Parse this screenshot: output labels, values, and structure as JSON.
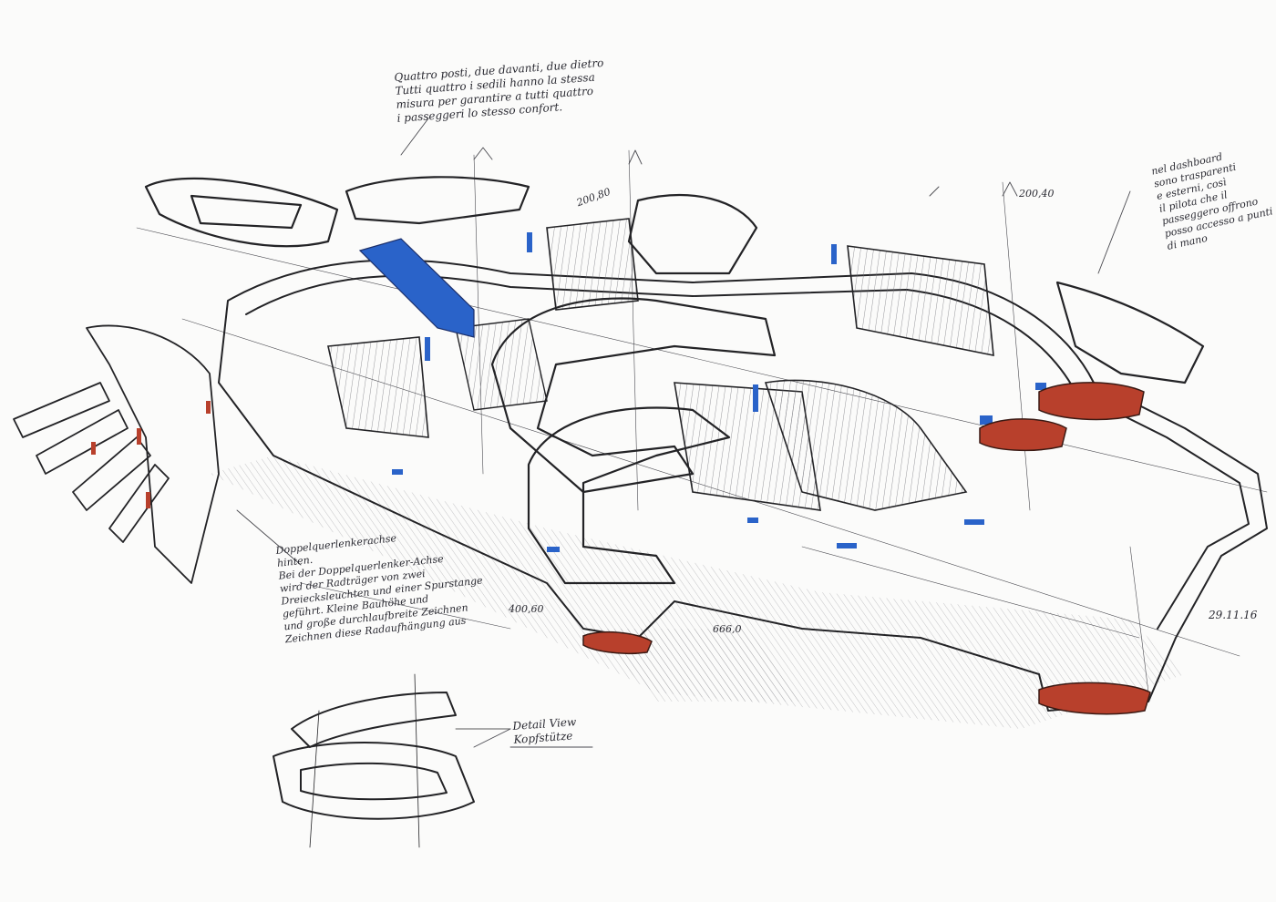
{
  "notes": {
    "seats_it": {
      "lines": [
        "Quattro posti, due davanti, due dietro",
        "Tutti quattro i sedili hanno la stessa",
        "misura per garantire a tutti quattro",
        "i passeggeri lo stesso confort."
      ]
    },
    "dashboard_it": {
      "lines": [
        "nel dashboard",
        "sono trasparenti",
        "e esterni, così",
        "il pilota che il",
        "passeggero offrono",
        "posso accesso a punti",
        "di mano"
      ]
    },
    "suspension_de": {
      "lines": [
        "Doppelquerlenkerachse",
        "hinten.",
        "Bei der Doppelquerlenker-Achse",
        "wird der Radträger von zwei",
        "Dreiecksleuchten und einer Spurstange",
        "geführt. Kleine Bauhöhe und",
        "und große durchlaufbreite Zeichnen",
        "Zeichnen diese Radaufhängung aus"
      ]
    },
    "detail_view": {
      "lines": [
        "Detail View",
        "Kopfstütze"
      ]
    }
  },
  "dimensions": {
    "d1": "400,60",
    "d2": "666,0",
    "d3": "200,40",
    "d4": "200,80"
  },
  "date": "29.11.16",
  "colors": {
    "accent_blue": "#2a63c9",
    "accent_red": "#b8402c",
    "ink": "#232326"
  }
}
